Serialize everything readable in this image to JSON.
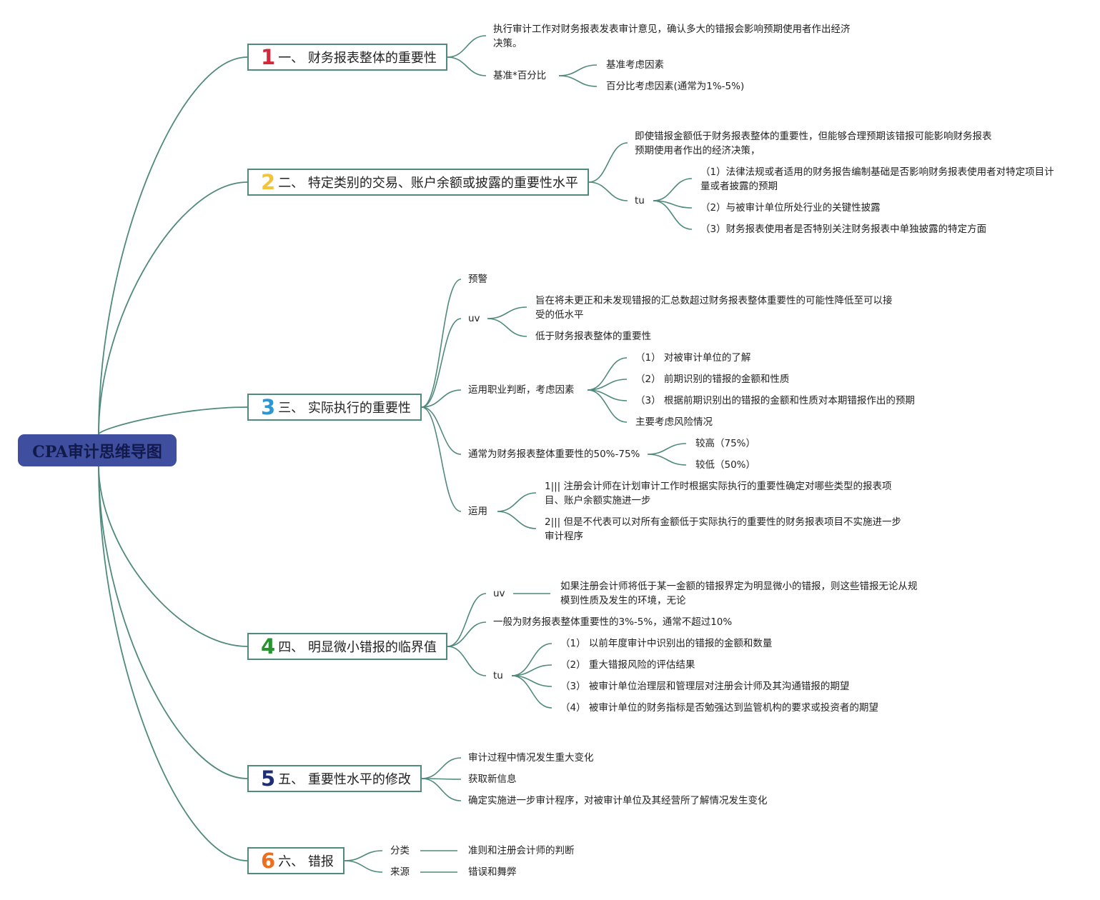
{
  "root": {
    "label": "CPA审计思维导图"
  },
  "colors": {
    "line": "#4f8a7c",
    "root_fill": "#3f4e9f",
    "n1": "#d8263a",
    "n2": "#f2c43a",
    "n3": "#2a97d6",
    "n4": "#27952f",
    "n5": "#1c2e76",
    "n6": "#ec6e1f"
  },
  "b1": {
    "num": "1",
    "label": "一、 财务报表整体的重要性",
    "c1": "执行审计工作对财务报表发表审计意见，确认多大的错报会影响预期使用者作出经济决策。",
    "c2": "基准*百分比",
    "c2a": "基准考虑因素",
    "c2b": "百分比考虑因素(通常为1%-5%)"
  },
  "b2": {
    "num": "2",
    "label": "二、 特定类别的交易、账户余额或披露的重要性水平",
    "c1": "即使错报金额低于财务报表整体的重要性，但能够合理预期该错报可能影响财务报表预期使用者作出的经济决策，",
    "c2": "tu",
    "c2a": "（1）法律法规或者适用的财务报告编制基础是否影响财务报表使用者对特定项目计量或者披露的预期",
    "c2b": "（2）与被审计单位所处行业的关键性披露",
    "c2c": "（3）财务报表使用者是否特别关注财务报表中单独披露的特定方面"
  },
  "b3": {
    "num": "3",
    "label": "三、 实际执行的重要性",
    "c1": "预警",
    "c2": "uv",
    "c2a": "旨在将未更正和未发现错报的汇总数超过财务报表整体重要性的可能性降低至可以接受的低水平",
    "c2b": "低于财务报表整体的重要性",
    "c3": "运用职业判断，考虑因素",
    "c3a": "（1） 对被审计单位的了解",
    "c3b": "（2） 前期识别的错报的金额和性质",
    "c3c": "（3） 根据前期识别出的错报的金额和性质对本期错报作出的预期",
    "c3d": "主要考虑风险情况",
    "c4": "通常为财务报表整体重要性的50%-75%",
    "c4a": "较高（75%）",
    "c4b": "较低（50%）",
    "c5": "运用",
    "c5a": "1||| 注册会计师在计划审计工作时根据实际执行的重要性确定对哪些类型的报表项目、账户余额实施进一步",
    "c5b": "2||| 但是不代表可以对所有金额低于实际执行的重要性的财务报表项目不实施进一步审计程序"
  },
  "b4": {
    "num": "4",
    "label": "四、 明显微小错报的临界值",
    "c1": "uv",
    "c1a": "如果注册会计师将低于某一金额的错报界定为明显微小的错报，则这些错报无论从规模到性质及发生的环境，无论",
    "c2": "一般为财务报表整体重要性的3%-5%，通常不超过10%",
    "c3": "tu",
    "c3a": "（1） 以前年度审计中识别出的错报的金额和数量",
    "c3b": "（2） 重大错报风险的评估结果",
    "c3c": "（3） 被审计单位治理层和管理层对注册会计师及其沟通错报的期望",
    "c3d": "（4） 被审计单位的财务指标是否勉强达到监管机构的要求或投资者的期望"
  },
  "b5": {
    "num": "5",
    "label": "五、 重要性水平的修改",
    "c1": "审计过程中情况发生重大变化",
    "c2": "获取新信息",
    "c3": "确定实施进一步审计程序，对被审计单位及其经营所了解情况发生变化"
  },
  "b6": {
    "num": "6",
    "label": "六、 错报",
    "c1": "分类",
    "c1a": "准则和注册会计师的判断",
    "c2": "来源",
    "c2a": "错误和舞弊"
  }
}
